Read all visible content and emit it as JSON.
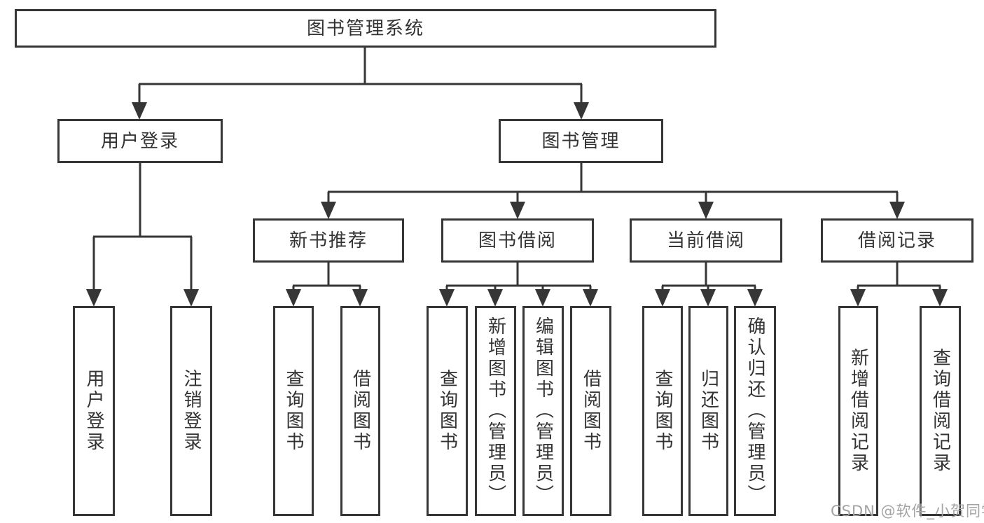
{
  "colors": {
    "line": "#363636",
    "box_border": "#363636",
    "text": "#333333",
    "box_background": "#ffffff",
    "watermark": "#a3a3a3",
    "background": "#ffffff"
  },
  "diagram": {
    "root": {
      "label": "图书管理系统"
    },
    "branches": [
      {
        "label": "用户登录",
        "leaves": [
          {
            "label": "用户登录"
          },
          {
            "label": "注销登录"
          }
        ]
      },
      {
        "label": "图书管理",
        "groups": [
          {
            "label": "新书推荐",
            "leaves": [
              {
                "label": "查询图书"
              },
              {
                "label": "借阅图书"
              }
            ]
          },
          {
            "label": "图书借阅",
            "leaves": [
              {
                "label": "查询图书"
              },
              {
                "label": "新增图书（管理员）"
              },
              {
                "label": "编辑图书（管理员）"
              },
              {
                "label": "借阅图书"
              }
            ]
          },
          {
            "label": "当前借阅",
            "leaves": [
              {
                "label": "查询图书"
              },
              {
                "label": "归还图书"
              },
              {
                "label": "确认归还（管理员）"
              }
            ]
          },
          {
            "label": "借阅记录",
            "leaves": [
              {
                "label": "新增借阅记录"
              },
              {
                "label": "查询借阅记录"
              }
            ]
          }
        ]
      }
    ]
  },
  "watermark": {
    "text": "CSDN @软件_小贺同学"
  }
}
